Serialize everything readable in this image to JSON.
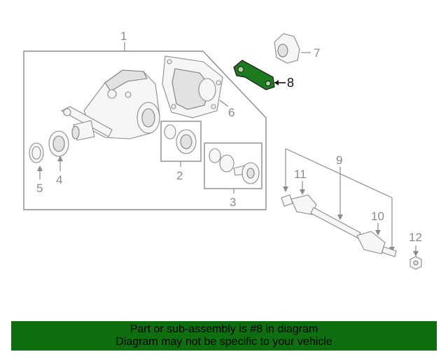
{
  "callouts": {
    "n1": "1",
    "n2": "2",
    "n3": "3",
    "n4": "4",
    "n5": "5",
    "n6": "6",
    "n7": "7",
    "n8": "8",
    "n9": "9",
    "n10": "10",
    "n11": "11",
    "n12": "12"
  },
  "highlight": {
    "part_number": "8",
    "color": "#1e7a1e"
  },
  "banner": {
    "line1": "Part or sub-assembly is #8 in diagram",
    "line2": "Diagram may not be specific to your vehicle",
    "background": "#0f6e0f"
  }
}
